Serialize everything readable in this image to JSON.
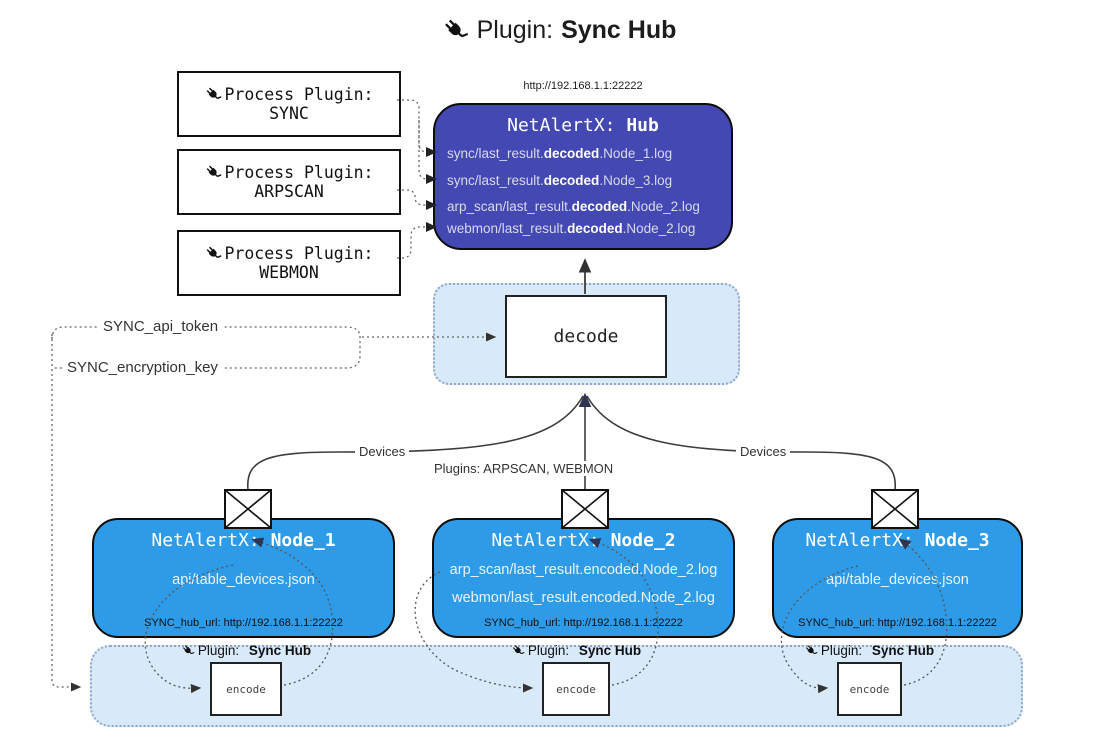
{
  "title": {
    "prefix": "Plugin:",
    "name": "Sync Hub"
  },
  "process_plugins": [
    {
      "label": "Process Plugin:",
      "name": "SYNC"
    },
    {
      "label": "Process Plugin:",
      "name": "ARPSCAN"
    },
    {
      "label": "Process Plugin:",
      "name": "WEBMON"
    }
  ],
  "hub": {
    "url": "http://192.168.1.1:22222",
    "title_prefix": "NetAlertX: ",
    "title_name": "Hub",
    "entries": [
      {
        "pre": "sync/last_result.",
        "bold": "decoded",
        "post": ".Node_1.log"
      },
      {
        "pre": "sync/last_result.",
        "bold": "decoded",
        "post": ".Node_3.log"
      },
      {
        "pre": "arp_scan/last_result.",
        "bold": "decoded",
        "post": ".Node_2.log"
      },
      {
        "pre": "webmon/last_result.",
        "bold": "decoded",
        "post": ".Node_2.log"
      }
    ]
  },
  "decode": {
    "label": "decode"
  },
  "env_labels": {
    "api_token": "SYNC_api_token",
    "encryption_key": "SYNC_encryption_key"
  },
  "edges": {
    "devices_left": "Devices",
    "devices_right": "Devices",
    "plugins_middle": "Plugins: ARPSCAN, WEBMON"
  },
  "nodes": [
    {
      "title_prefix": "NetAlertX: ",
      "title_name": "Node_1",
      "entries": [
        "api/table_devices.json"
      ],
      "hub_url": "SYNC_hub_url: http://192.168.1.1:22222"
    },
    {
      "title_prefix": "NetAlertX: ",
      "title_name": "Node_2",
      "entries": [
        "arp_scan/last_result.encoded.Node_2.log",
        "webmon/last_result.encoded.Node_2.log"
      ],
      "hub_url": "SYNC_hub_url: http://192.168.1.1:22222"
    },
    {
      "title_prefix": "NetAlertX: ",
      "title_name": "Node_3",
      "entries": [
        "api/table_devices.json"
      ],
      "hub_url": "SYNC_hub_url: http://192.168.1.1:22222"
    }
  ],
  "encoders": [
    {
      "plugin_prefix": "Plugin:",
      "plugin_name": "Sync Hub",
      "label": "encode"
    },
    {
      "plugin_prefix": "Plugin:",
      "plugin_name": "Sync Hub",
      "label": "encode"
    },
    {
      "plugin_prefix": "Plugin:",
      "plugin_name": "Sync Hub",
      "label": "encode"
    }
  ],
  "colors": {
    "hub_fill": "#4348b2",
    "node_fill": "#2e9be8",
    "container_fill": "#d8e9fa",
    "container_border": "#8ea7c9",
    "line": "#3d3d3d",
    "dotted_line": "#666666",
    "arrow_dark": "#333333",
    "arrow_navy": "#2f3550"
  }
}
